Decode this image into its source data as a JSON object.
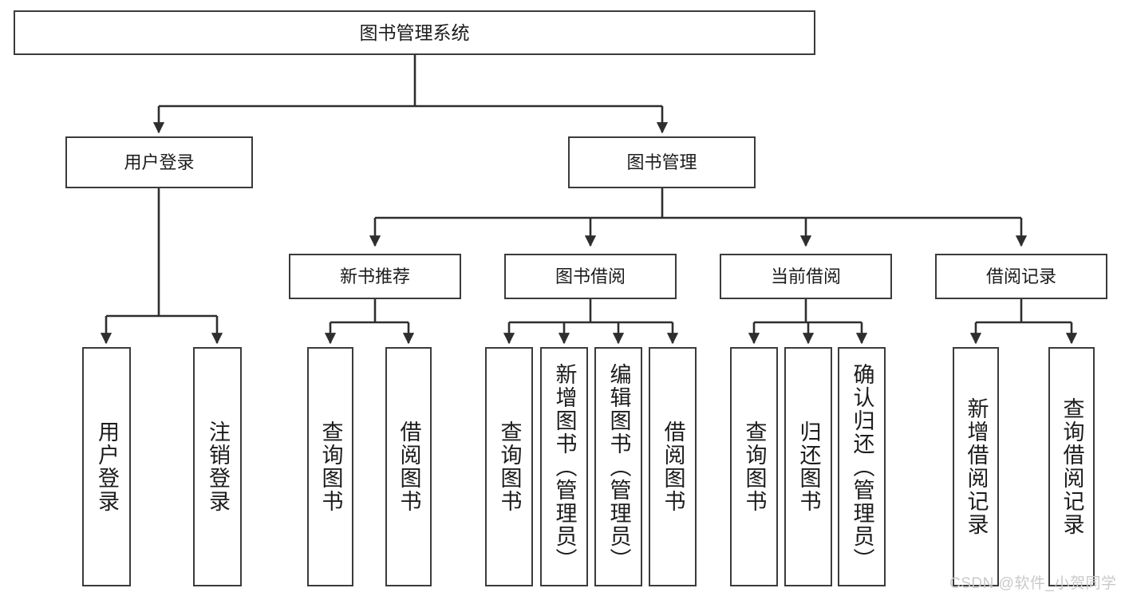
{
  "diagram": {
    "title": "图书管理系统",
    "type": "hierarchical-tree",
    "watermark": "CSDN @软件_小贺同学",
    "colors": {
      "border": "#3b3b3b",
      "text": "#1c1c1c",
      "edge": "#2e2e2e",
      "background": "#ffffff",
      "watermark": "#c9c9c9"
    },
    "levels": {
      "root": {
        "label": "图书管理系统"
      },
      "level2": [
        {
          "label": "用户登录"
        },
        {
          "label": "图书管理"
        }
      ],
      "level3": [
        {
          "label": "新书推荐"
        },
        {
          "label": "图书借阅"
        },
        {
          "label": "当前借阅"
        },
        {
          "label": "借阅记录"
        }
      ],
      "leaves_user_login": [
        {
          "label": "用户登录"
        },
        {
          "label": "注销登录"
        }
      ],
      "leaves_new_book": [
        {
          "label": "查询图书"
        },
        {
          "label": "借阅图书"
        }
      ],
      "leaves_borrow": [
        {
          "label": "查询图书"
        },
        {
          "label": "新增图书（管理员）"
        },
        {
          "label": "编辑图书（管理员）"
        },
        {
          "label": "借阅图书"
        }
      ],
      "leaves_current": [
        {
          "label": "查询图书"
        },
        {
          "label": "归还图书"
        },
        {
          "label": "确认归还（管理员）"
        }
      ],
      "leaves_records": [
        {
          "label": "新增借阅记录"
        },
        {
          "label": "查询借阅记录"
        }
      ]
    }
  }
}
